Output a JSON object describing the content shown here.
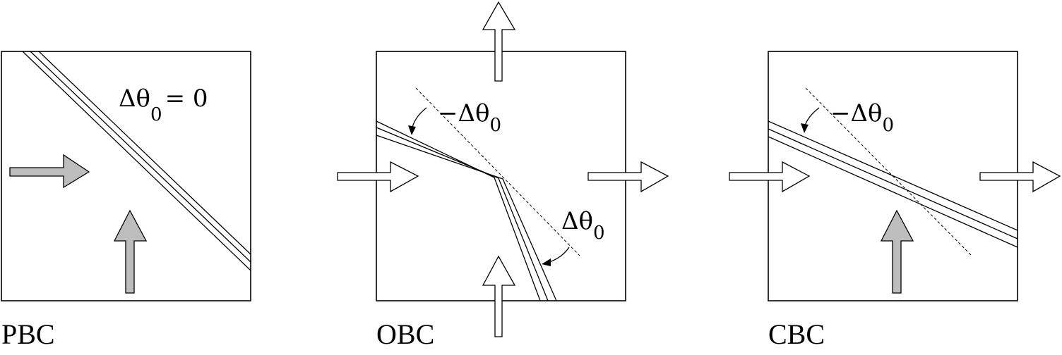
{
  "panels": [
    {
      "id": "pbc",
      "label": "PBC",
      "annotation": "Δθ₀=0"
    },
    {
      "id": "obc",
      "label": "OBC",
      "annotation_neg": "−Δθ₀",
      "annotation_pos": "Δθ₀"
    },
    {
      "id": "cbc",
      "label": "CBC",
      "annotation_neg": "−Δθ₀"
    }
  ],
  "symbols": {
    "delta_theta": "Δθ",
    "minus_delta_theta": "−Δθ",
    "subscript_zero": "0",
    "equals_zero": "= 0"
  },
  "colors": {
    "outline": "#000000",
    "gray_arrow": "#bdbdbd",
    "open_arrow": "#ffffff",
    "background": "#ffffff"
  }
}
